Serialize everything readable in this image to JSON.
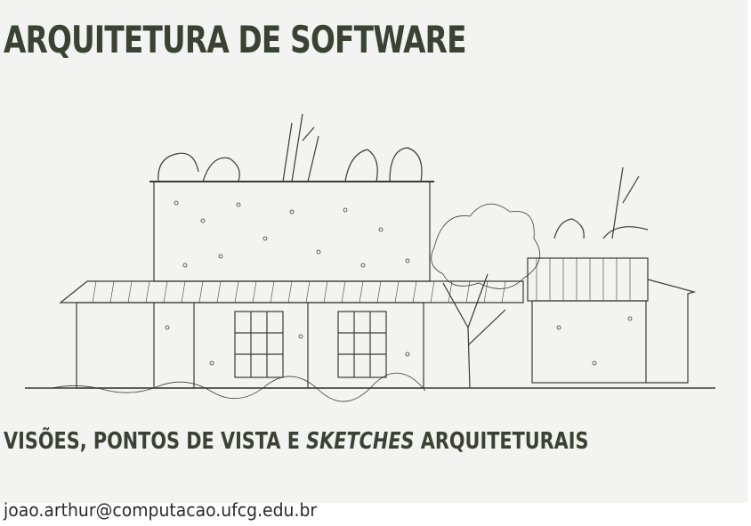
{
  "slide": {
    "title": "ARQUITETURA DE SOFTWARE",
    "subtitle_part1": "VISÕES, PONTOS DE VISTA E ",
    "subtitle_emphasis": "SKETCHES",
    "subtitle_part2": " ARQUITETURAIS",
    "email": "joao.arthur@computacao.ufcg.edu.br"
  },
  "colors": {
    "background": "#f3f3f1",
    "heading": "#3a4233",
    "ink": "#2a2a2a"
  },
  "image": {
    "icon": "architectural-elevation-sketch"
  }
}
